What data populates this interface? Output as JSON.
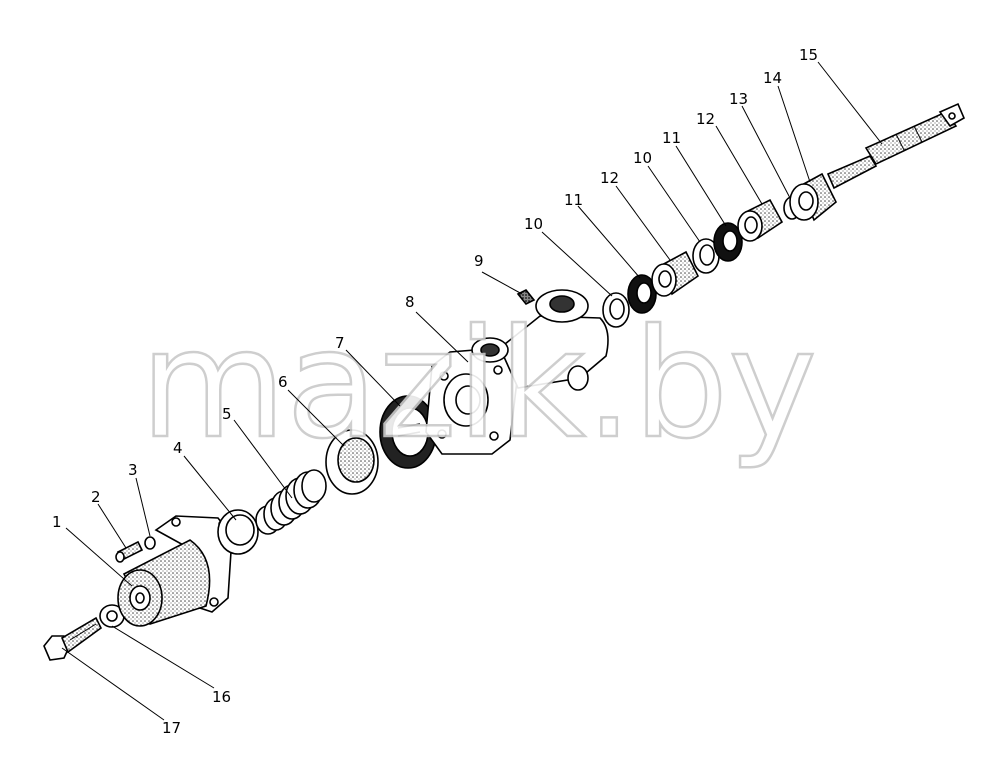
{
  "watermark": "mazik.by",
  "labels": {
    "n1": "1",
    "n2": "2",
    "n3": "3",
    "n4": "4",
    "n5": "5",
    "n6": "6",
    "n7": "7",
    "n8": "8",
    "n9": "9",
    "n10a": "10",
    "n10b": "10",
    "n11a": "11",
    "n11b": "11",
    "n12a": "12",
    "n12b": "12",
    "n13": "13",
    "n14": "14",
    "n15": "15",
    "n16": "16",
    "n17": "17"
  },
  "colors": {
    "ink": "#000000",
    "watermark_stroke": "#c9c9c9"
  }
}
